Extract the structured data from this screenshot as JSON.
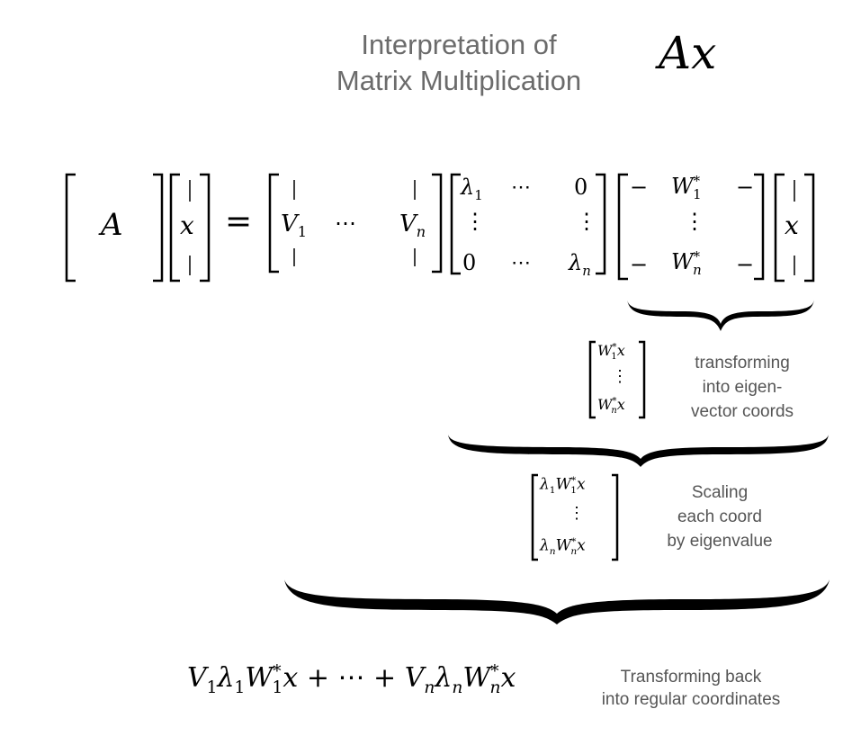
{
  "title": {
    "line1": "Interpretation of",
    "line2": "Matrix Multiplication",
    "expr": "Ax"
  },
  "equation": {
    "A": "A",
    "x": "x",
    "equals": "=",
    "bar": "|",
    "V1": "V",
    "Vn": "V",
    "sub1": "1",
    "subn": "n",
    "cdots": "⋯",
    "vdots": "⋮",
    "lambda": "λ",
    "zero": "0",
    "dash": "−",
    "W": "W",
    "star": "*"
  },
  "annotations": {
    "eigen": [
      "transforming",
      "into eigen-",
      "vector coords"
    ],
    "scaling": [
      "Scaling",
      "each coord",
      "by eigenvalue"
    ],
    "back": [
      "Transforming back",
      "into regular coordinates"
    ]
  },
  "vectors": {
    "w1x": "W",
    "x": "x"
  }
}
